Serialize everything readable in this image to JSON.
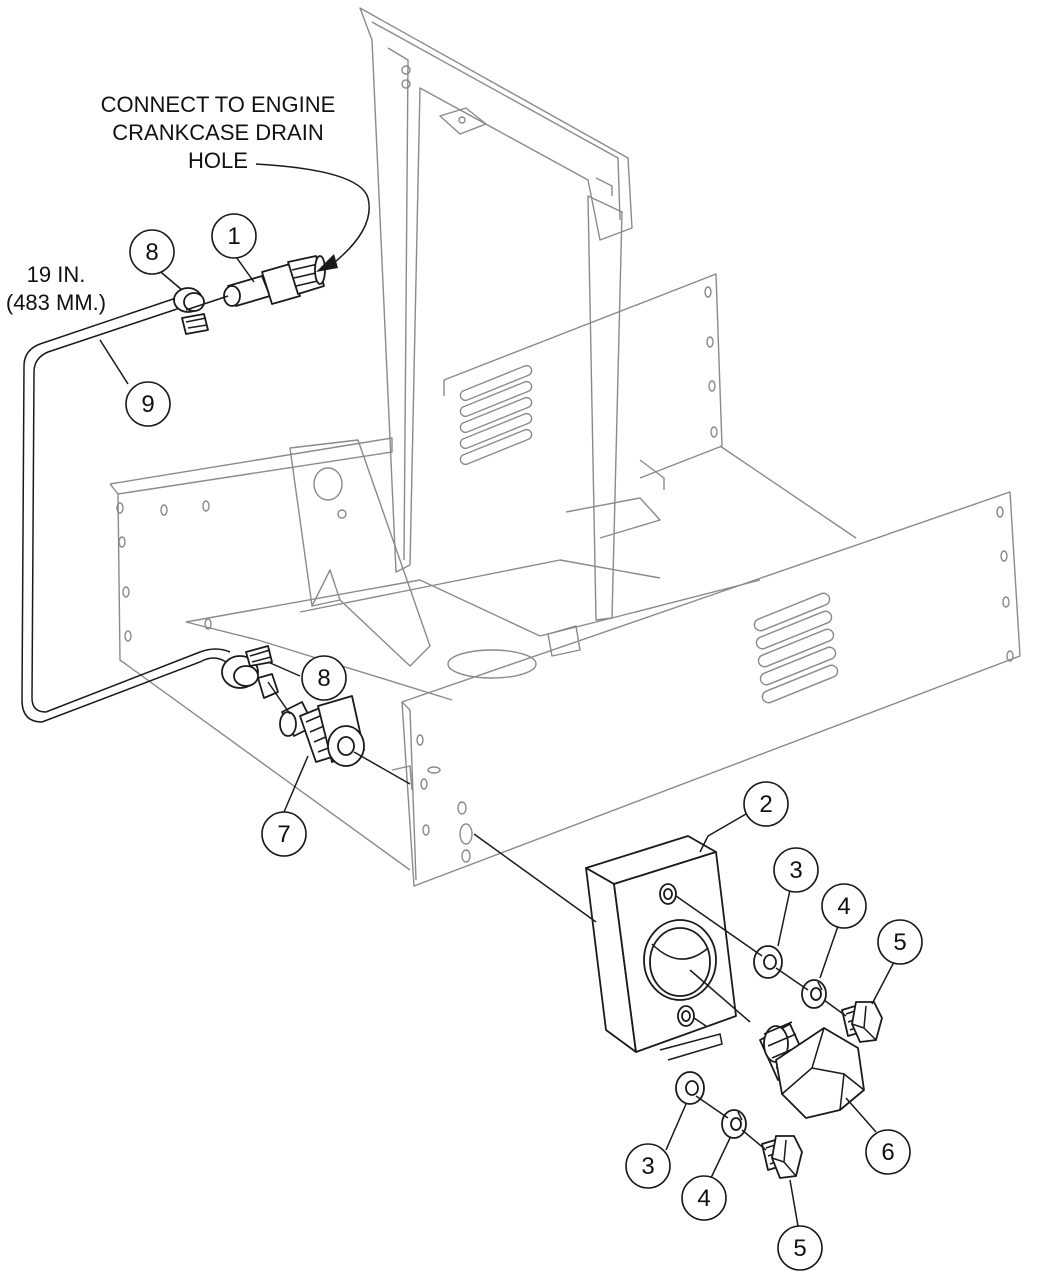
{
  "note": {
    "line1": "CONNECT TO ENGINE",
    "line2": "CRANKCASE DRAIN",
    "line3": "HOLE"
  },
  "dimension": {
    "line1": "19 IN.",
    "line2": "(483 MM.)"
  },
  "callouts": [
    "1",
    "2",
    "3",
    "3",
    "4",
    "4",
    "5",
    "5",
    "6",
    "7",
    "8",
    "8",
    "9"
  ]
}
